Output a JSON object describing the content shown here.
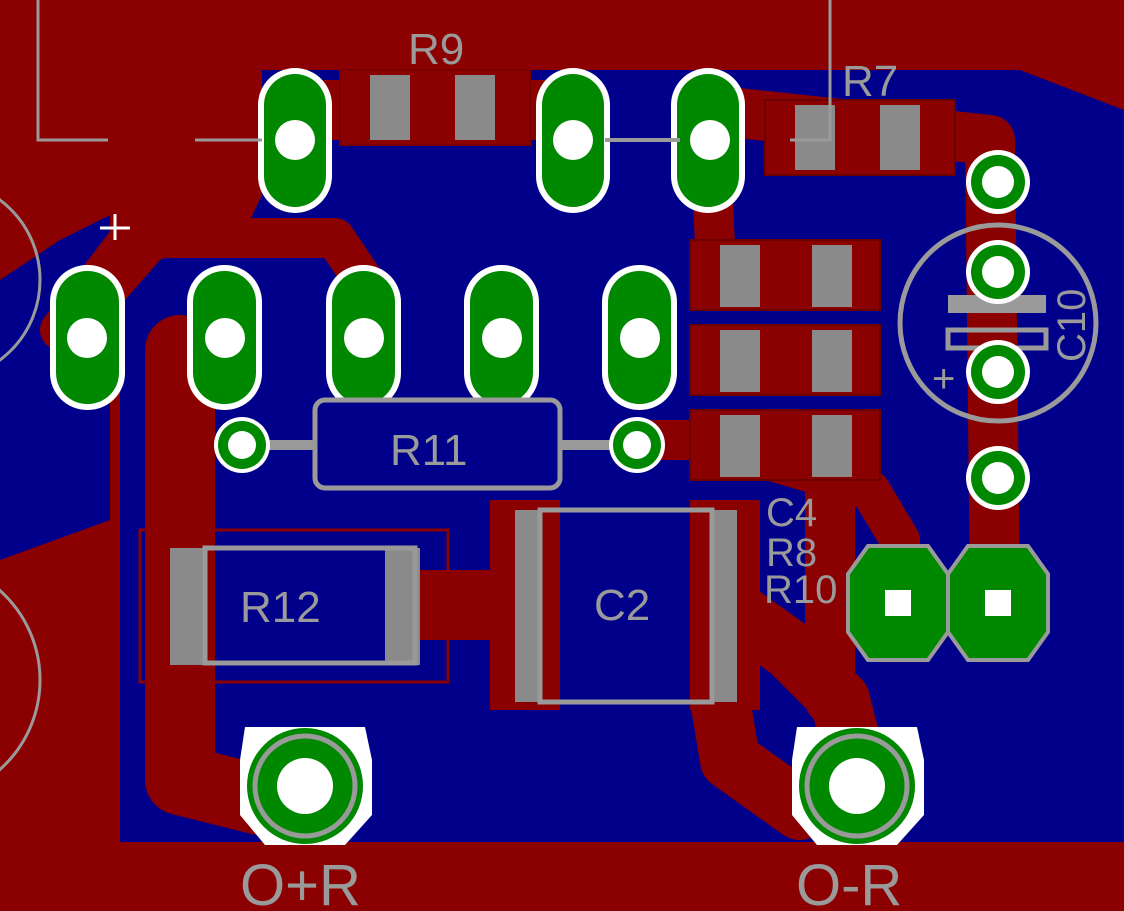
{
  "board": {
    "colors": {
      "bottom_copper": "#00008b",
      "top_copper": "#8b0000",
      "pad": "#008800",
      "drill": "#ffffff",
      "silkscreen": "#9a9a9a",
      "outline": "#ffffff"
    }
  },
  "labels": {
    "r9": "R9",
    "r7": "R7",
    "r11": "R11",
    "r12": "R12",
    "c2": "C2",
    "c4": "C4",
    "r8": "R8",
    "r10": "R10",
    "c10": "C10",
    "c10_polarity": "+",
    "out_pos": "O+R",
    "out_neg": "O-R"
  }
}
